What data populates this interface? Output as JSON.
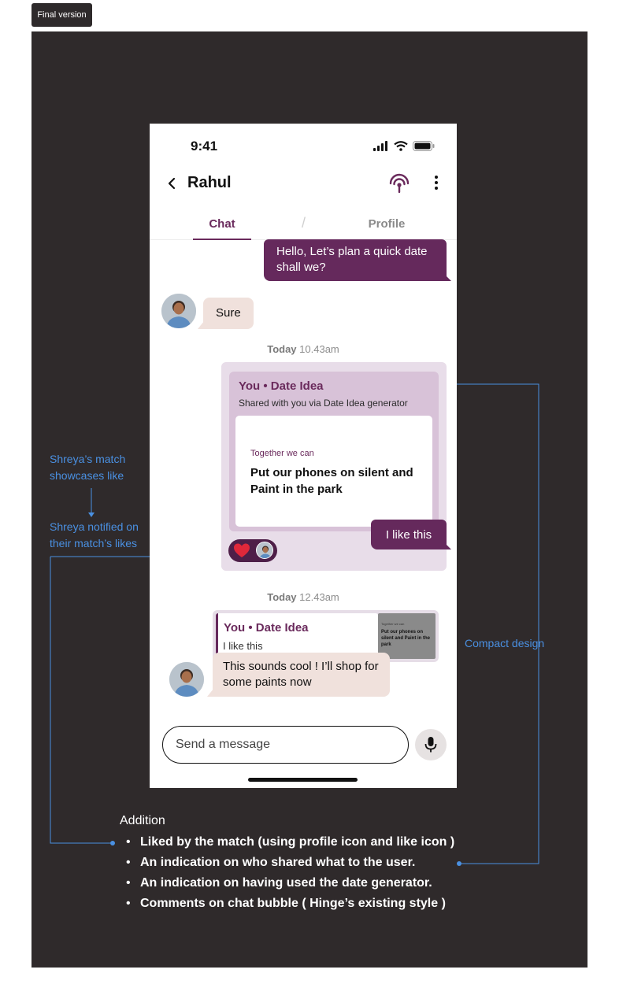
{
  "frame_label": "Final version",
  "status_bar": {
    "time": "9:41"
  },
  "header": {
    "name": "Rahul"
  },
  "tabs": [
    {
      "label": "Chat"
    },
    {
      "label": "Profile"
    }
  ],
  "tab_separator": "/",
  "messages": {
    "outgoing_1": "Hello, Let’s plan a quick date shall we?",
    "incoming_1": "Sure",
    "timestamp_1": {
      "day": "Today",
      "time": "10.43am"
    },
    "share_card": {
      "title": "You • Date Idea",
      "subtitle": "Shared with you via Date Idea generator",
      "kicker": "Together we can",
      "text": "Put our phones on silent and Paint in the park"
    },
    "like_comment": "I like this",
    "timestamp_2": {
      "day": "Today",
      "time": "12.43am"
    },
    "quoted": {
      "title": "You • Date Idea",
      "subtitle": "I like this",
      "thumb_kicker": "Together we can",
      "thumb_text": "Put our phones on silent and Paint in the park"
    },
    "incoming_2": "This sounds cool ! I’ll shop for some paints now"
  },
  "composer": {
    "placeholder": "Send a message"
  },
  "annotations": {
    "match_showcases": "Shreya’s match showcases like",
    "notified": "Shreya notified on their match’s likes",
    "compact": "Compact design"
  },
  "addition": {
    "title": "Addition",
    "items": [
      "Liked by the match (using profile icon and like icon )",
      "An indication on who shared what to the user.",
      "An indication on having used the date generator.",
      "Comments on chat bubble ( Hinge’s existing style )"
    ]
  },
  "colors": {
    "canvas": "#2f2a2b",
    "brand_purple": "#65295c",
    "annotation_blue": "#4a90e2",
    "incoming_bubble": "#f0e1dc"
  },
  "icons": [
    "back-chevron-icon",
    "radar-icon",
    "more-vertical-icon",
    "signal-icon",
    "wifi-icon",
    "battery-icon",
    "heart-icon",
    "mic-icon"
  ]
}
